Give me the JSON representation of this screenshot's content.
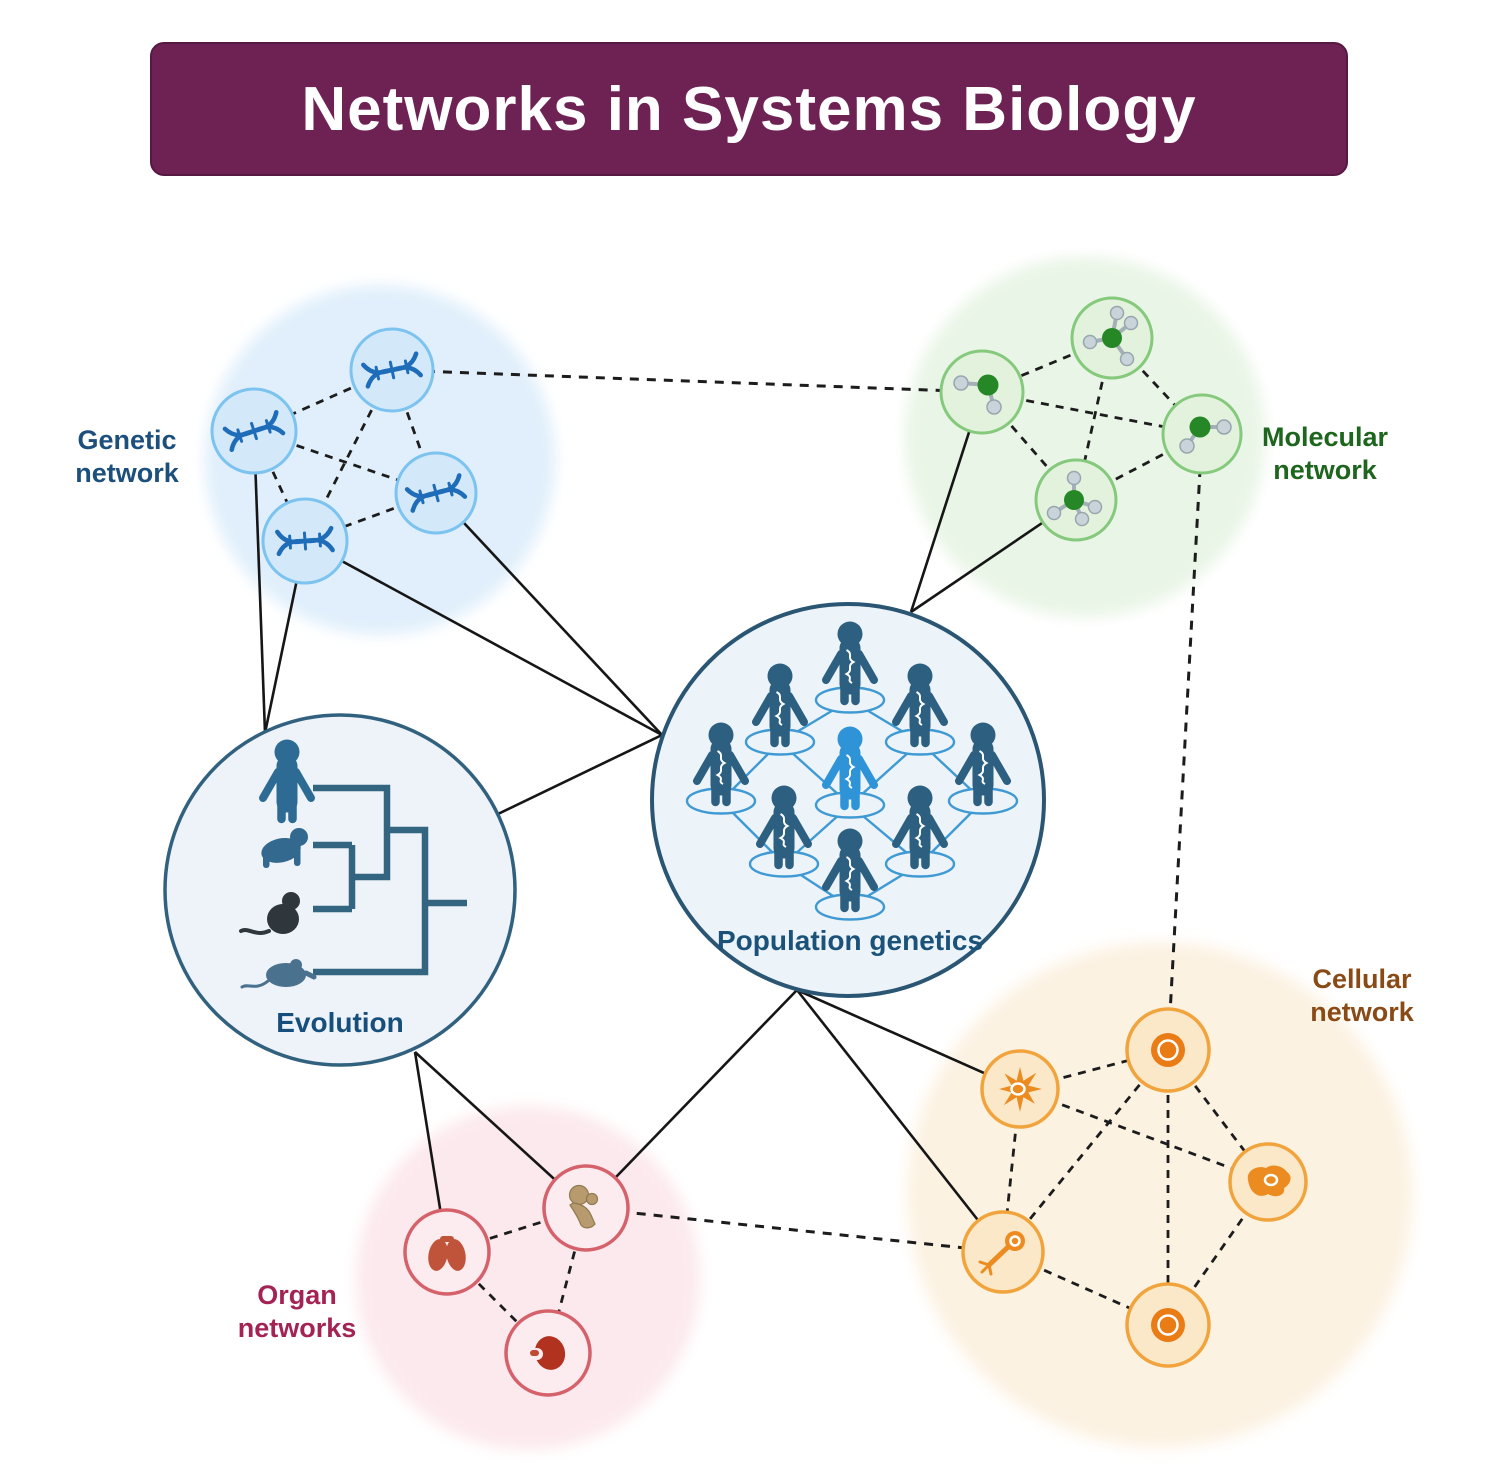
{
  "title": "Networks in Systems Biology",
  "clusters": {
    "genetic": {
      "label": "Genetic\nnetwork",
      "node_count": 4,
      "node_icon": "dna-icon",
      "accent_color": "#7cc3f0",
      "label_color": "#1c4f7c"
    },
    "molecular": {
      "label": "Molecular\nnetwork",
      "node_count": 4,
      "node_icon": "molecule-icon",
      "accent_color": "#85c97c",
      "label_color": "#1e651d"
    },
    "evolution": {
      "label": "Evolution",
      "icon": "phylogenetic-tree-icon",
      "species": [
        "human",
        "chimpanzee",
        "monkey",
        "mouse"
      ],
      "label_color": "#174f7c"
    },
    "population": {
      "label": "Population genetics",
      "icon": "person-icon",
      "individual_count": 9,
      "highlighted_count": 1,
      "label_color": "#1a527a"
    },
    "cellular": {
      "label": "Cellular\nnetwork",
      "node_count": 5,
      "node_icon": "cell-icon",
      "accent_color": "#f1a33c",
      "label_color": "#8a4a16"
    },
    "organ": {
      "label": "Organ\nnetworks",
      "node_count": 3,
      "node_icon": "organ-icon",
      "organs": [
        "thyroid",
        "bone",
        "kidney"
      ],
      "accent_color": "#d5616b",
      "label_color": "#a42355"
    }
  },
  "edges": {
    "solid_style": "intercluster-association",
    "dashed_style": "network-link",
    "solid_color": "#161616",
    "dashed_color": "#1c1c1c"
  },
  "palette": {
    "title_bg": "#6e2254",
    "title_text": "#ffffff",
    "genetic_bg": "#e0effb",
    "molecular_bg": "#e9f5e6",
    "cellular_bg": "#fcf2e2",
    "organ_bg": "#fce9ed",
    "evolution_fill": "#edf3f9",
    "population_fill": "#ecf3f9",
    "dna_blue": "#1f6cb8",
    "person_dark": "#2c5f80",
    "person_highlight": "#2f93d8",
    "cell_orange": "#ec8b1f",
    "molecule_green": "#268726"
  }
}
